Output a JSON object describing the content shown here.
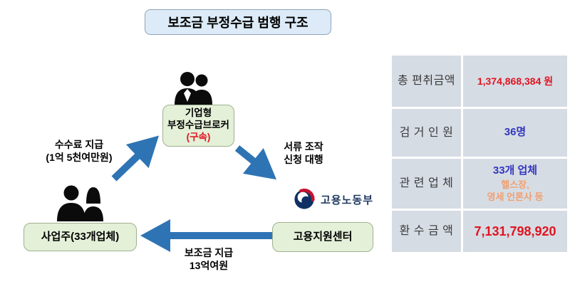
{
  "title": "보조금 부정수급 범행 구조",
  "flow": {
    "broker": {
      "line1": "기업형",
      "line2": "부정수급브로커",
      "line3": "(구속)"
    },
    "employer": {
      "label": "사업주(33개업체)"
    },
    "support_center": {
      "label": "고용지원센터"
    },
    "ministry": {
      "label": "고용노동부"
    },
    "edges": {
      "fee": {
        "line1": "수수료 지급",
        "line2": "(1억 5천여만원)"
      },
      "docs": {
        "line1": "서류 조작",
        "line2": "신청 대행"
      },
      "subsidy": {
        "line1": "보조금 지급",
        "line2": "13억여원"
      }
    }
  },
  "table": {
    "rows": [
      {
        "label": "총 편취금액",
        "value": "1,374,868,384 원",
        "value_color": "#e01420"
      },
      {
        "label": "검 거 인 원",
        "value": "36명",
        "value_color": "#3436bd"
      },
      {
        "label": "관 련 업 체",
        "value": "33개 업체",
        "sub1": "헬스장,",
        "sub2": "영세 언론사 등",
        "value_color": "#3436bd",
        "sub_color": "#f0a070"
      },
      {
        "label": "환 수 금 액",
        "value": "7,131,798,920",
        "value_color": "#e01420"
      }
    ]
  },
  "colors": {
    "arrow_blue": "#2e74b5",
    "node_green": "#e4f0d8",
    "title_blue": "#dcebf7",
    "table_gray": "#d6dce4",
    "accent_red": "#e01420",
    "accent_blue": "#3436bd",
    "accent_orange": "#f0a070",
    "ministry_navy": "#203a60",
    "logo_navy": "#0f3063",
    "logo_red": "#c41230"
  }
}
